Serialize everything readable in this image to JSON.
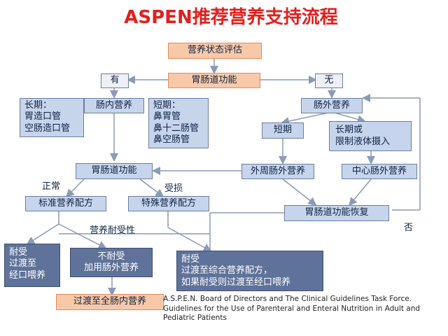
{
  "title": "ASPEN推荐营养支持流程",
  "nodes": {
    "assess": "营养状态评估",
    "gi_func_top": "胃肠道功能",
    "yes": "有",
    "no": "无",
    "long_term_access": "长期：\n胃造口管\n空肠造口管",
    "enteral": "肠内营养",
    "short_term_access": "短期：\n鼻胃管\n鼻十二肠管\n鼻空肠管",
    "parenteral": "肠外营养",
    "short": "短期",
    "long_or_limited": "长期或\n限制液体摄入",
    "peripheral": "外周肠外营养",
    "central": "中心肠外营养",
    "gi_func_mid": "胃肠道功能",
    "normal": "正常",
    "impaired": "受损",
    "standard_formula": "标准营养配方",
    "special_formula": "特殊营养配方",
    "gi_recovery": "胃肠道功能恢复",
    "no_label": "否",
    "tolerance": "营养耐受性",
    "tolerate_oral": "耐受\n过渡至\n经口喂养",
    "intolerant": "不耐受\n加用肠外营养",
    "tolerate_full": "耐受\n过渡至综合营养配方，\n如果耐受则过渡至经口喂养",
    "full_enteral": "过渡至全肠内营养"
  },
  "reference": "A.S.P.E.N. Board of Directors and The Clinical Guidelines Task Force. Guidelines for the Use of Parenteral and Enteral Nutrition in Adult and Pediatric Patients",
  "colors": {
    "title": "#e0201e",
    "box_blue": "#c6d4ec",
    "box_dark": "#5f7299",
    "box_orange": "#f7c9a9",
    "line": "#8a9ab8"
  }
}
